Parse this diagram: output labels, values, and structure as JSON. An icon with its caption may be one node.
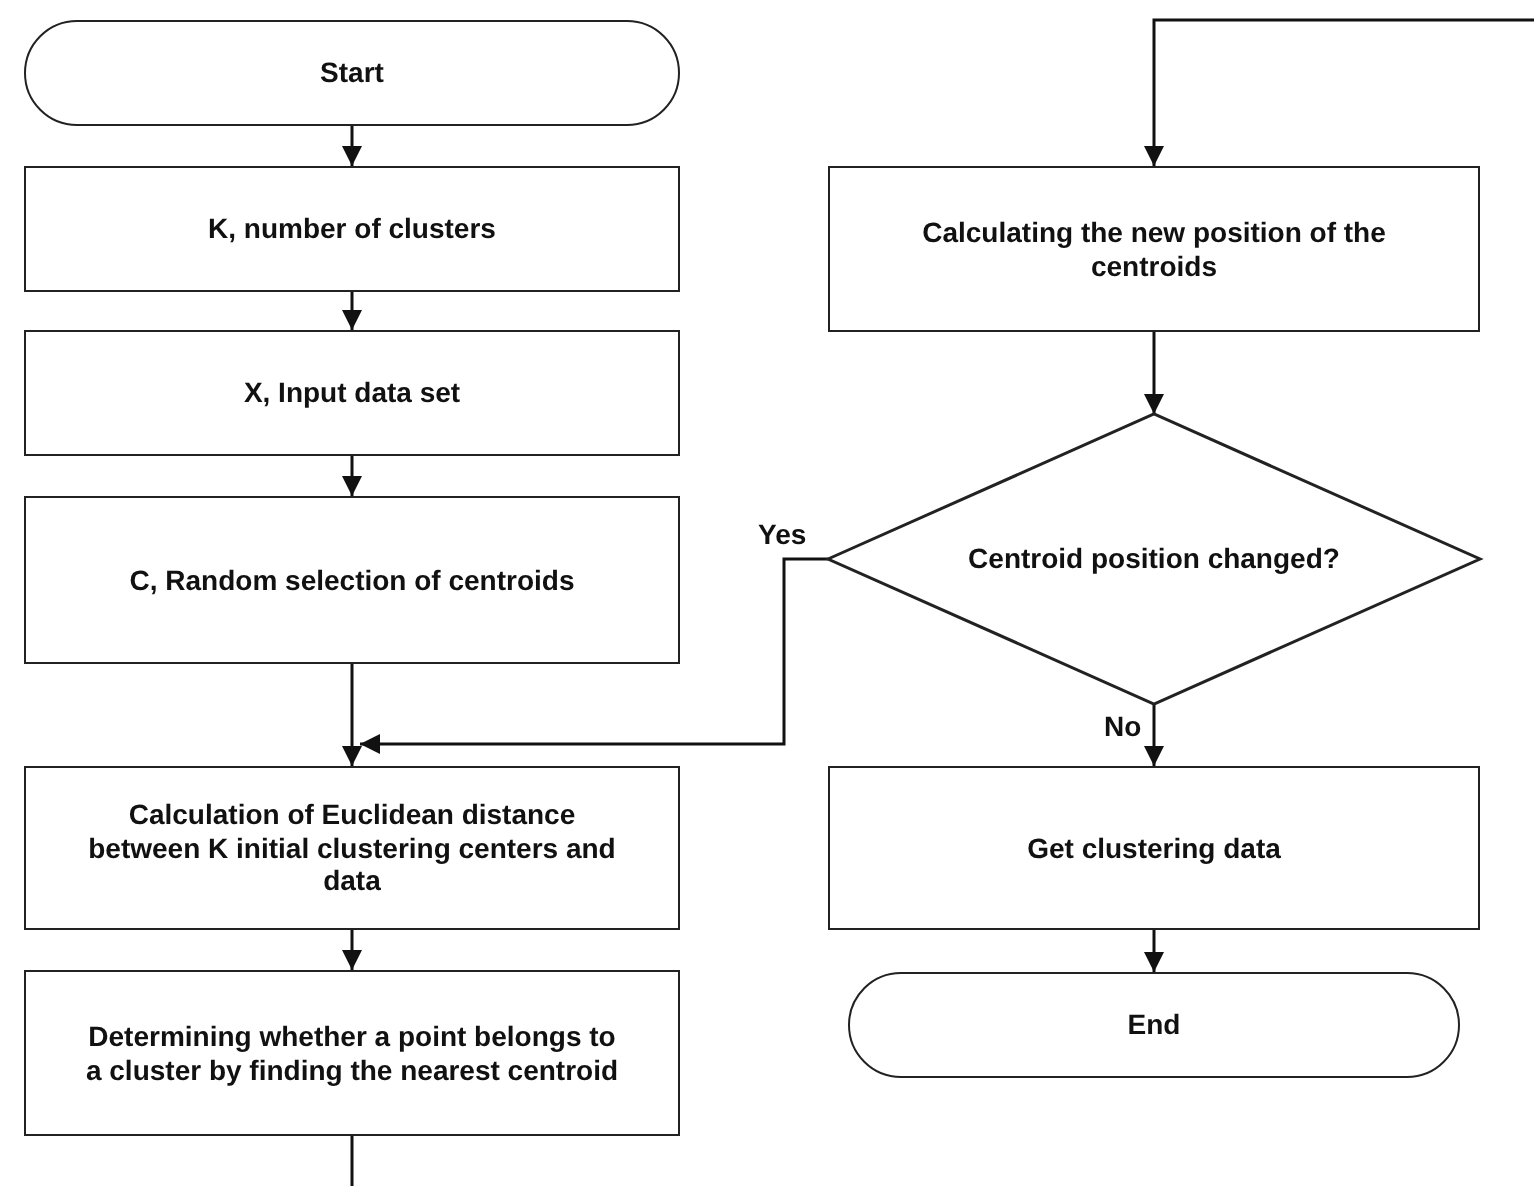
{
  "diagram": {
    "nodes": [
      {
        "text": [
          "Start"
        ]
      },
      {
        "text": [
          "K, number of clusters"
        ]
      },
      {
        "text": [
          "X, Input data set"
        ]
      },
      {
        "text": [
          "C, Random selection of centroids"
        ]
      },
      {
        "text": [
          "Calculation of Euclidean distance between K initial clustering centers and data"
        ]
      },
      {
        "text": [
          "Determining whether a point belongs to a cluster by finding the nearest centroid"
        ]
      },
      {
        "text": [
          "Calculating the new position of the centroids"
        ]
      },
      {
        "text": [
          "Centroid position changed?"
        ]
      },
      {
        "text": [
          "Get clustering data"
        ]
      },
      {
        "text": [
          "End"
        ]
      }
    ],
    "edges": [
      {
        "from": 0,
        "to": 1,
        "arrow": "to"
      },
      {
        "from": 1,
        "to": 2,
        "arrow": "to"
      },
      {
        "from": 2,
        "to": 3,
        "arrow": "to"
      },
      {
        "from": 3,
        "to": 4,
        "arrow": "to"
      },
      {
        "from": 4,
        "to": 5,
        "arrow": "to"
      },
      {
        "from": 6,
        "to": 7,
        "arrow": "to"
      },
      {
        "from": 7,
        "to": 4,
        "arrow": "to",
        "label": "Yes"
      },
      {
        "from": 7,
        "to": 8,
        "arrow": "to",
        "label": "No"
      },
      {
        "from": 8,
        "to": 9,
        "arrow": "to"
      },
      {
        "from": 5,
        "to": null,
        "arrow": "none"
      },
      {
        "from": null,
        "to": 6,
        "arrow": "to"
      }
    ]
  }
}
